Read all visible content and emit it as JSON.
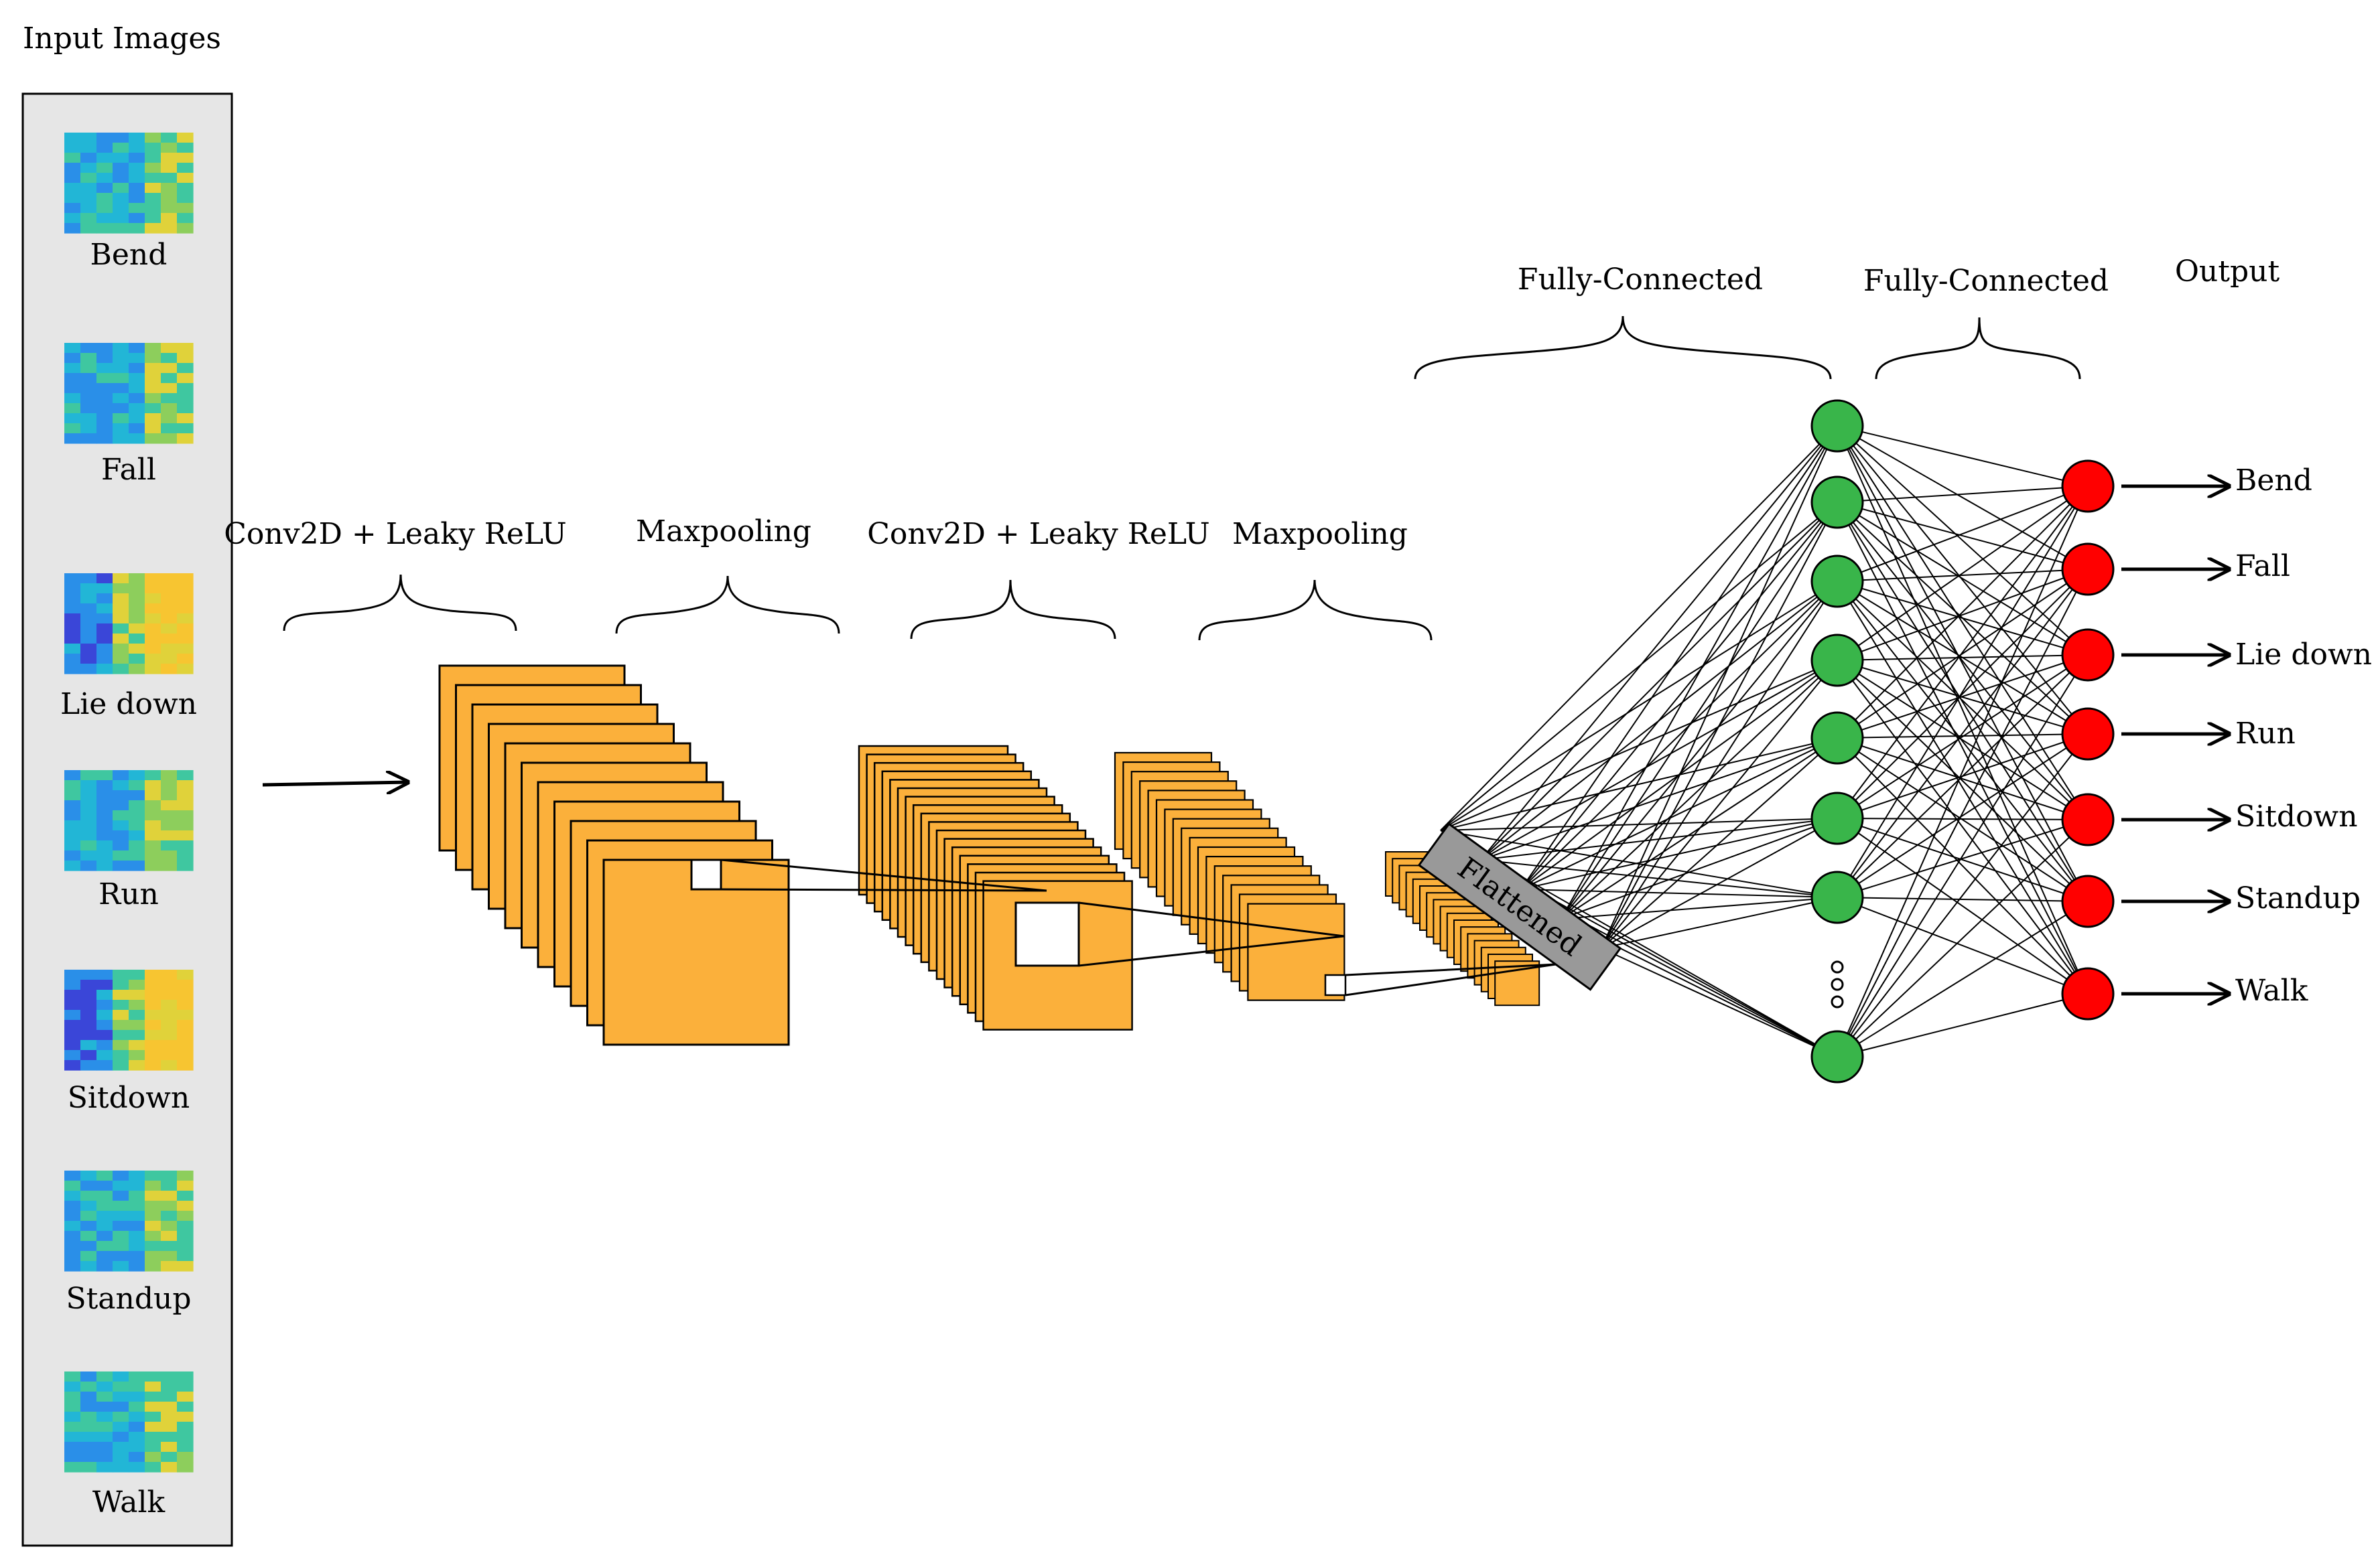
{
  "title": "Input Images",
  "inputs": [
    {
      "label": "Bend"
    },
    {
      "label": "Fall"
    },
    {
      "label": "Lie down"
    },
    {
      "label": "Run"
    },
    {
      "label": "Sitdown"
    },
    {
      "label": "Standup"
    },
    {
      "label": "Walk"
    }
  ],
  "stages": {
    "conv1": "Conv2D + Leaky ReLU",
    "pool1": "Maxpooling",
    "conv2": "Conv2D + Leaky ReLU",
    "pool2": "Maxpooling",
    "fc1": "Fully-Connected",
    "fc2": "Fully-Connected",
    "output": "Output"
  },
  "flatten_label": "Flattened",
  "outputs": [
    "Bend",
    "Fall",
    "Lie down",
    "Run",
    "Sitdown",
    "Standup",
    "Walk"
  ],
  "colors": {
    "feature_map": "#fbb03b",
    "hidden_node": "#39b54a",
    "output_node": "#ff0000",
    "flatten_bar": "#999999",
    "panel_bg": "#e6e6e6"
  },
  "heatmap_colors": [
    "#3a46d8",
    "#2a8fe8",
    "#22b6d6",
    "#3fc7a0",
    "#8dce5c",
    "#e0d23a",
    "#f7c531"
  ]
}
